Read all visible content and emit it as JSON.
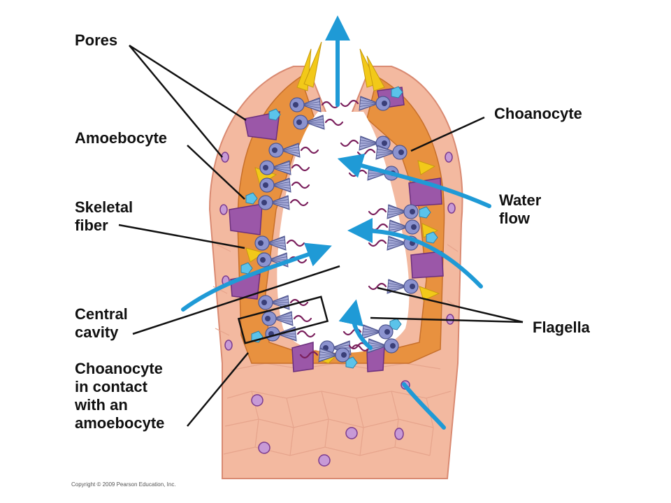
{
  "labels": {
    "pores": "Pores",
    "amoebocyte": "Amoebocyte",
    "skeletal_fiber": "Skeletal\nfiber",
    "central_cavity": "Central\ncavity",
    "choanocyte_contact": "Choanocyte\nin contact\nwith an\namoebocyte",
    "choanocyte": "Choanocyte",
    "water_flow": "Water\nflow",
    "flagella": "Flagella"
  },
  "copyright": "Copyright © 2009 Pearson Education, Inc.",
  "colors": {
    "body_tissue": "#f3b9a0",
    "cell_outline": "#d98a72",
    "mesohyl": "#e8913f",
    "choanocyte": "#8c93cf",
    "porocyte": "#9b57a8",
    "spicule": "#f2c919",
    "amoebocyte": "#5bc3ea",
    "water_arrow": "#1f9ad6",
    "flagella": "#7a1f5c",
    "leader": "#111111"
  }
}
